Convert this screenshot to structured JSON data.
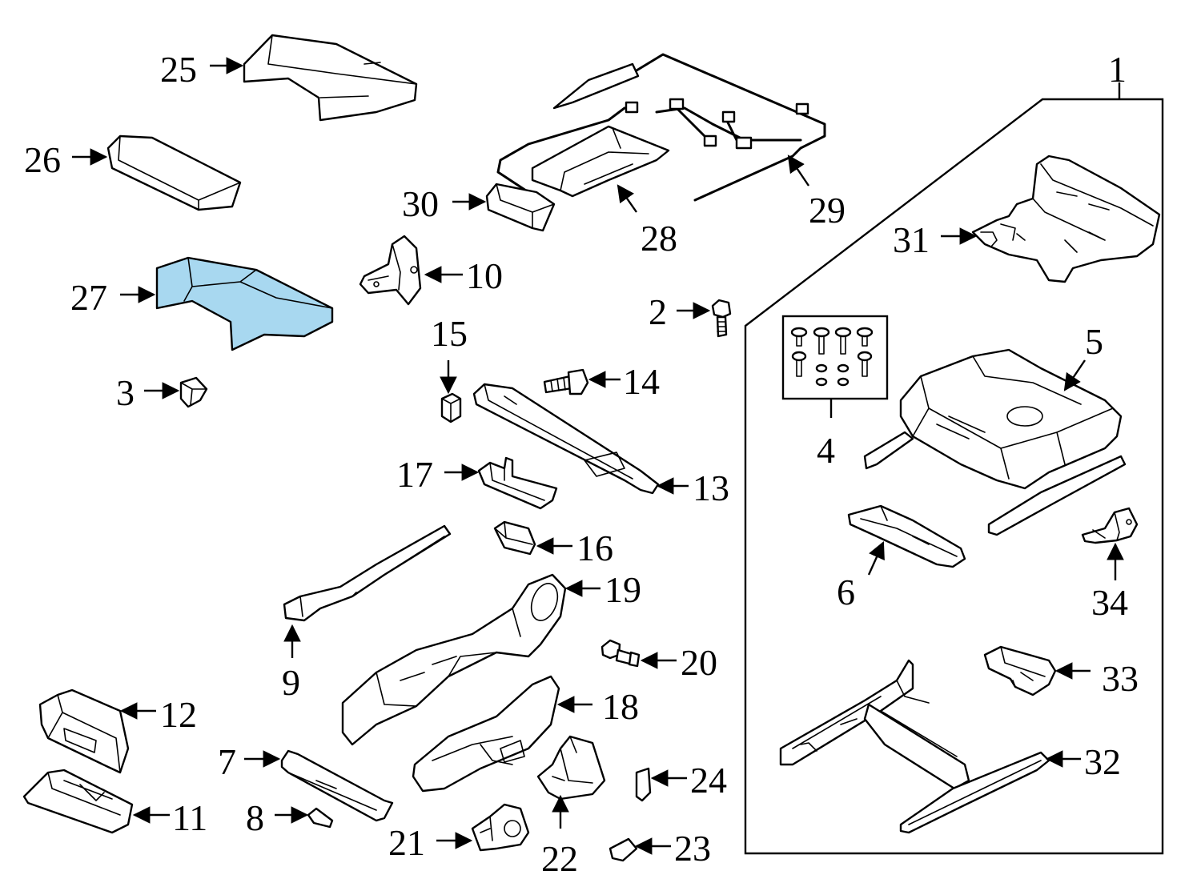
{
  "highlight_color": "#A8D8F0",
  "labels": {
    "p1": "1",
    "p2": "2",
    "p3": "3",
    "p4": "4",
    "p5": "5",
    "p6": "6",
    "p7": "7",
    "p8": "8",
    "p9": "9",
    "p10": "10",
    "p11": "11",
    "p12": "12",
    "p13": "13",
    "p14": "14",
    "p15": "15",
    "p16": "16",
    "p17": "17",
    "p18": "18",
    "p19": "19",
    "p20": "20",
    "p21": "21",
    "p22": "22",
    "p23": "23",
    "p24": "24",
    "p25": "25",
    "p26": "26",
    "p27": "27",
    "p28": "28",
    "p29": "29",
    "p30": "30",
    "p31": "31",
    "p32": "32",
    "p33": "33",
    "p34": "34"
  }
}
